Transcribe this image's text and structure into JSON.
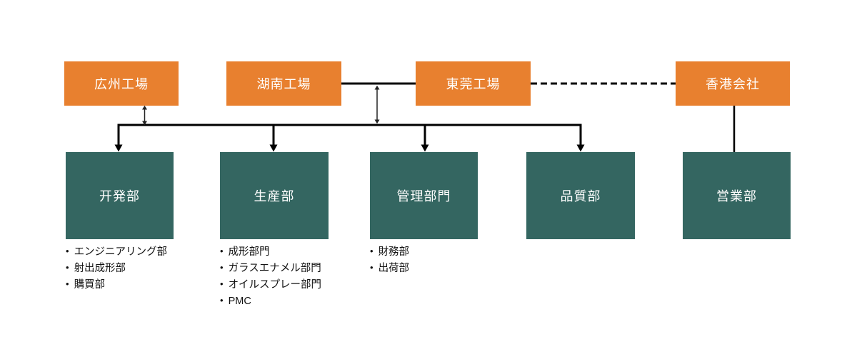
{
  "diagram_title": "",
  "colors": {
    "factory_box": "#E8802F",
    "department_box": "#346661",
    "connector_line": "#000000",
    "box_text": "#FFFFFF",
    "list_text": "#111111",
    "background": "#FFFFFF"
  },
  "factories": [
    {
      "label": "広州工場"
    },
    {
      "label": "湖南工場"
    },
    {
      "label": "東莞工場"
    },
    {
      "label": "香港会社"
    }
  ],
  "departments": [
    {
      "label": "开発部",
      "sub_departments": [
        "エンジニアリング部",
        "射出成形部",
        "購買部"
      ]
    },
    {
      "label": "生産部",
      "sub_departments": [
        "成形部門",
        "ガラスエナメル部門",
        "オイルスプレー部門",
        "PMC"
      ]
    },
    {
      "label": "管理部門",
      "sub_departments": [
        "財務部",
        "出荷部"
      ]
    },
    {
      "label": "品質部",
      "sub_departments": []
    },
    {
      "label": "営業部",
      "sub_departments": []
    }
  ],
  "connections": [
    {
      "from": "湖南工場",
      "to": "東莞工場",
      "style": "solid-line"
    },
    {
      "from": "東莞工場",
      "to": "香港会社",
      "style": "dashed-line"
    },
    {
      "from": "広州工場",
      "to": "departments-bus",
      "style": "double-headed-arrow"
    },
    {
      "from": "湖南工場-東莞工場-line",
      "to": "departments-bus",
      "style": "double-headed-arrow"
    },
    {
      "from": "departments-bus",
      "to": "开発部",
      "style": "arrow-down"
    },
    {
      "from": "departments-bus",
      "to": "生産部",
      "style": "arrow-down"
    },
    {
      "from": "departments-bus",
      "to": "管理部門",
      "style": "arrow-down"
    },
    {
      "from": "departments-bus",
      "to": "品質部",
      "style": "arrow-down"
    },
    {
      "from": "香港会社",
      "to": "営業部",
      "style": "plain-line"
    }
  ]
}
